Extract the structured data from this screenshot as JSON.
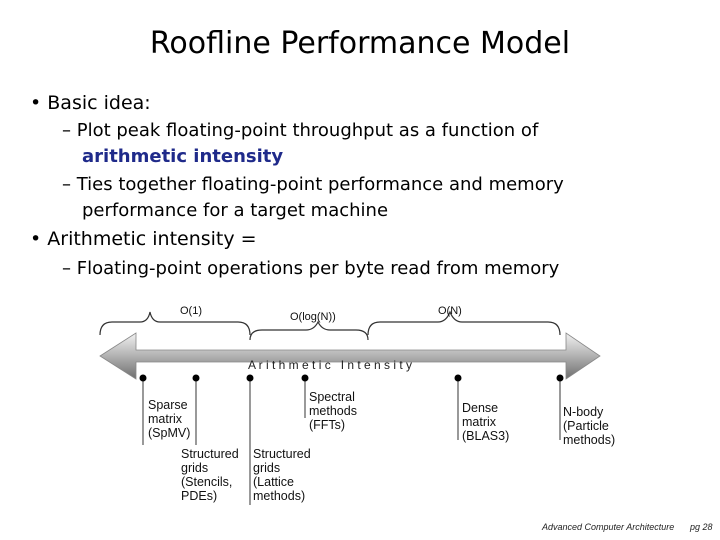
{
  "slide": {
    "title": "Roofline Performance Model",
    "bullet1": "Basic idea:",
    "sub1_line1": "Plot peak floating-point throughput as a function of",
    "sub1_line2": "arithmetic intensity",
    "sub2_line1": "Ties together floating-point performance and memory",
    "sub2_line2": "performance for a target machine",
    "bullet2": "Arithmetic intensity =",
    "sub3": "Floating-point operations per byte read from memory"
  },
  "diagram": {
    "arrow_label": "A r i t h m e t i c   I n t e n s i t y",
    "brace_labels": [
      "O(1)",
      "O(log(N))",
      "O(N)"
    ],
    "apps": [
      {
        "lines": [
          "Sparse",
          "matrix",
          "(SpMV)"
        ]
      },
      {
        "lines": [
          "Structured",
          "grids",
          "(Stencils,",
          "PDEs)"
        ]
      },
      {
        "lines": [
          "Structured",
          "grids",
          "(Lattice",
          "methods)"
        ]
      },
      {
        "lines": [
          "Spectral",
          "methods",
          "(FFTs)"
        ]
      },
      {
        "lines": [
          "Dense",
          "matrix",
          "(BLAS3)"
        ]
      },
      {
        "lines": [
          "N-body",
          "(Particle",
          "methods)"
        ]
      }
    ]
  },
  "footer": {
    "course": "Advanced Computer Architecture",
    "page": "pg 28"
  }
}
